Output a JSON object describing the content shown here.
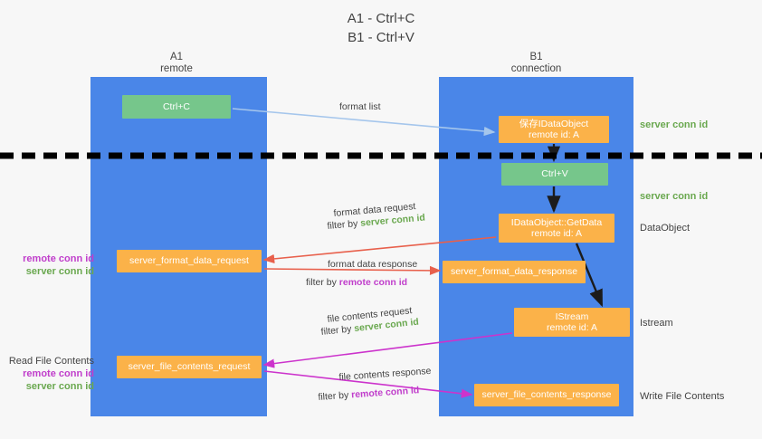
{
  "title": {
    "line1": "A1 - Ctrl+C",
    "line2": "B1 - Ctrl+V"
  },
  "lanes": [
    {
      "name": "A1",
      "sub": "remote",
      "color": "#4a86e8"
    },
    {
      "name": "B1",
      "sub": "connection",
      "color": "#4a86e8"
    }
  ],
  "boxes": {
    "ctrl_c": "Ctrl+C",
    "ctrl_v": "Ctrl+V",
    "idataobject_title": "保存IDataObject",
    "idataobject_sub": "remote id: A",
    "getdata_title": "IDataObject::GetData",
    "getdata_sub": "remote id: A",
    "istream_title": "IStream",
    "istream_sub": "remote id: A",
    "server_format_data_request": "server_format_data_request",
    "server_format_data_response": "server_format_data_response",
    "server_file_contents_request": "server_file_contents_request",
    "server_file_contents_response": "server_file_contents_response"
  },
  "side_labels": {
    "server_conn_id_1": "server conn id",
    "server_conn_id_2": "server conn id",
    "dataobject": "DataObject",
    "istream": "Istream",
    "write_file_contents": "Write File Contents",
    "read_file_contents": "Read File Contents",
    "remote_conn_id_left_1": "remote conn id",
    "server_conn_id_left_1": "server conn id",
    "remote_conn_id_left_2": "remote conn id",
    "server_conn_id_left_2": "server conn id"
  },
  "arrow_labels": {
    "format_list": "format list",
    "format_data_request": "format data request",
    "filter_by_prefix": "filter by ",
    "filter_server_conn_id": "server conn id",
    "filter_remote_conn_id": "remote conn id",
    "format_data_response": "format data response",
    "file_contents_request": "file contents request",
    "file_contents_response": "file contents response"
  },
  "colors": {
    "lane_blue": "#4a86e8",
    "green_box": "#76c68b",
    "orange_box": "#fbb249",
    "green_text": "#6aa84f",
    "purple_text": "#c03ecb",
    "red_arrow": "#e8604c",
    "magenta_arrow": "#cc33cc",
    "light_blue_arrow": "#a5c6ec",
    "divider_black": "#000000"
  }
}
